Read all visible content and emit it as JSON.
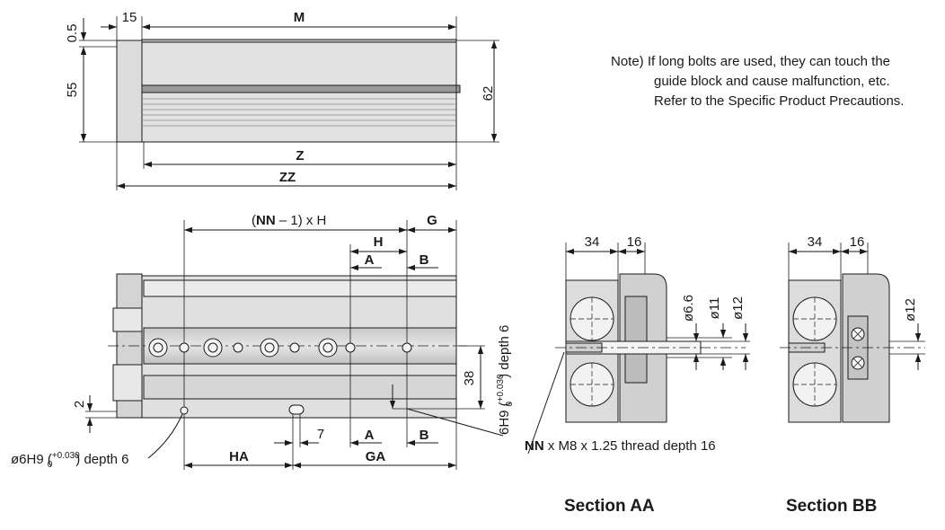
{
  "colors": {
    "line": "#1a1a1a",
    "body_fill": "#dcdcdc",
    "body_dark": "#b4b4b4",
    "body_light": "#ececec",
    "background": "#ffffff"
  },
  "note": {
    "line1": "Note) If long bolts are used, they can touch the",
    "line2": "guide block and cause malfunction, etc.",
    "line3": "Refer to the Specific Product Precautions."
  },
  "top_view": {
    "dim_top_thin": "0.5",
    "dim_left": "55",
    "dim_offset": "15",
    "dim_length": "M",
    "dim_height": "62",
    "dim_z": "Z",
    "dim_zz": "ZZ"
  },
  "front_view": {
    "dim_pitch_count": "NN",
    "dim_pitch_suffix": " – 1) x H",
    "dim_pitch_prefix": "(",
    "dim_h": "H",
    "dim_g": "G",
    "section_a_top": "A",
    "section_b_top": "B",
    "section_a_bottom": "A",
    "section_b_bottom": "B",
    "dim_38": "38",
    "dim_2": "2",
    "dim_7": "7",
    "dim_ha": "HA",
    "dim_ga": "GA",
    "hole_left_text": "ø6H9 (",
    "hole_tol_upper": "+0.030",
    "hole_tol_lower": "0",
    "hole_left_suffix": ") depth 6",
    "hole_right_prefix": "6H9 (",
    "hole_right_suffix": ") depth 6"
  },
  "section_aa": {
    "title": "Section AA",
    "dim_34": "34",
    "dim_16": "16",
    "dim_d66": "ø6.6",
    "dim_d11": "ø11",
    "dim_d12": "ø12",
    "thread_nn": "NN",
    "thread_text": " x M8 x 1.25 thread depth 16"
  },
  "section_bb": {
    "title": "Section BB",
    "dim_34": "34",
    "dim_16": "16",
    "dim_d12": "ø12"
  }
}
